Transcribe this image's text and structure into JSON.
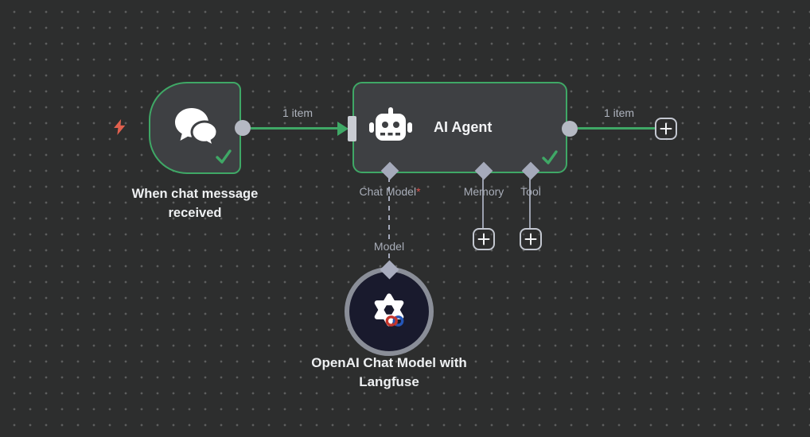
{
  "canvas": {
    "background_color": "#2d2e2e",
    "dot_color": "#5d5e5e"
  },
  "colors": {
    "accent_green": "#3fa866",
    "node_fill": "#3e4043",
    "connector_gray": "#9ba0ae",
    "endpoint_gray": "#b5b9c3",
    "label_gray": "#a8adb8",
    "trigger_bolt_red": "#e0604e",
    "required_red": "#d9534f",
    "model_circle_fill": "#191a2d",
    "model_circle_ring": "#8a8e98"
  },
  "icons": {
    "bolt": "lightning-bolt-icon",
    "trigger": "chat-bubbles-icon",
    "agent": "robot-icon",
    "model": "openai-logo-icon with langfuse-knot-icon overlay",
    "success": "check-icon",
    "add": "plus-icon"
  },
  "nodes": {
    "trigger": {
      "label": "When chat message received",
      "status": "success"
    },
    "agent": {
      "title": "AI Agent",
      "status": "success",
      "ports": [
        {
          "label": "Chat Model",
          "marker": "*",
          "required": true
        },
        {
          "label": "Memory",
          "required": false
        },
        {
          "label": "Tool",
          "required": false
        }
      ]
    },
    "model": {
      "label": "OpenAI Chat Model with Langfuse",
      "port_label": "Model"
    }
  },
  "connections": {
    "trigger_to_agent": {
      "label": "1 item"
    },
    "agent_output": {
      "label": "1 item"
    }
  }
}
